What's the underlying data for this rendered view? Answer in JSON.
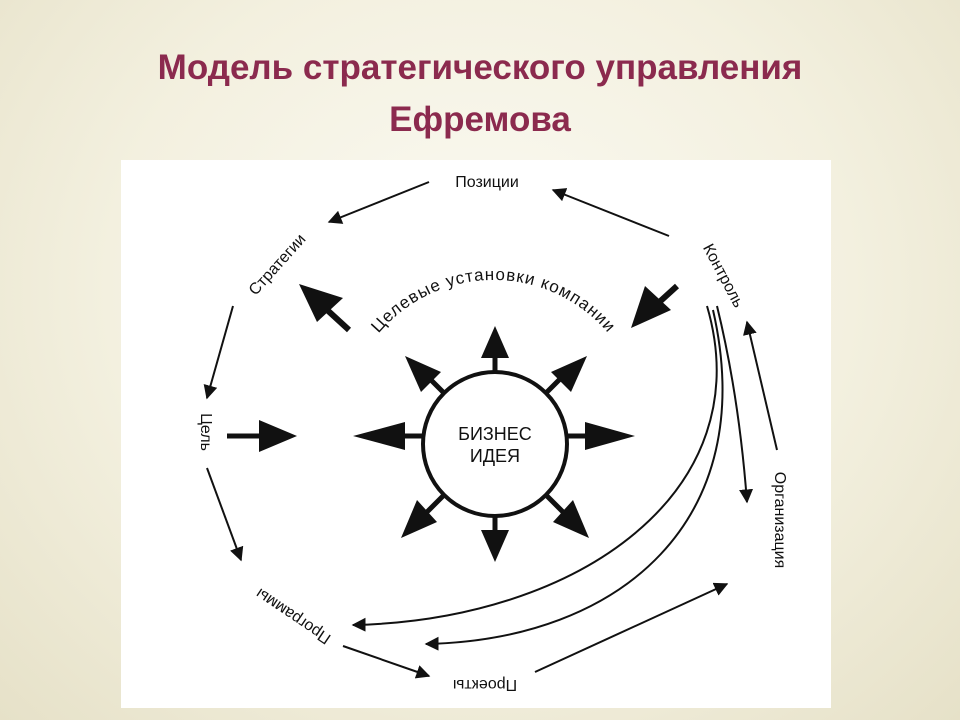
{
  "title": {
    "line1": "Модель стратегического управления",
    "line2": "Ефремова"
  },
  "diagram": {
    "center_label_line1": "БИЗНЕС",
    "center_label_line2": "ИДЕЯ",
    "arc_label": "Целевые установки компании",
    "nodes": {
      "positions": "Позиции",
      "strategies": "Стратегии",
      "goal": "Цель",
      "programs": "Программы",
      "projects": "Проекты",
      "organization": "Организация",
      "control": "Контроль"
    }
  }
}
